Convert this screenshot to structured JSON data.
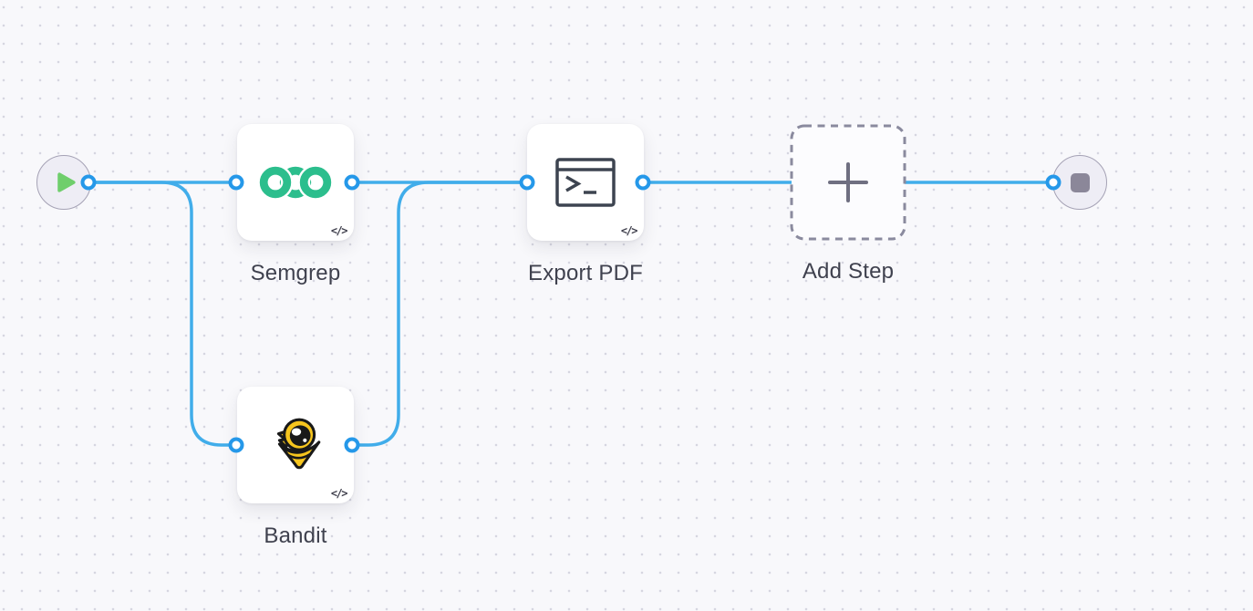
{
  "workflow": {
    "start": {
      "icon": "play-icon"
    },
    "end": {
      "icon": "stop-icon"
    },
    "steps": [
      {
        "id": "semgrep",
        "label": "Semgrep",
        "badge": "</>",
        "icon": "semgrep-rings-icon"
      },
      {
        "id": "bandit",
        "label": "Bandit",
        "badge": "</>",
        "icon": "bandit-mascot-icon"
      },
      {
        "id": "export-pdf",
        "label": "Export PDF",
        "badge": "</>",
        "icon": "terminal-icon"
      },
      {
        "id": "add-step",
        "label": "Add Step",
        "icon": "plus-icon"
      }
    ]
  },
  "theme": {
    "canvas_bg": "#F8F8FB",
    "grid_dot": "#D6D6E0",
    "edge": "#41ADEA",
    "port_ring": "#2598E9",
    "card_bg": "#FFFFFF",
    "label_text": "#3F414E",
    "badge_text": "#3F3F4C",
    "dashed_border": "#8A8A9E",
    "card_dashed_bg": "#FCFCFE",
    "plus_icon": "#6F6F81",
    "endpoint_bg": "#EEEDF5",
    "endpoint_border": "#A5A2B5",
    "play_green": "#6FCE6C",
    "stop_gray": "#8B8799",
    "terminal_stroke": "#3D4450",
    "semgrep_green": "#2CBE8D",
    "bandit_yellow": "#F6C51E",
    "bandit_outline": "#191919"
  }
}
